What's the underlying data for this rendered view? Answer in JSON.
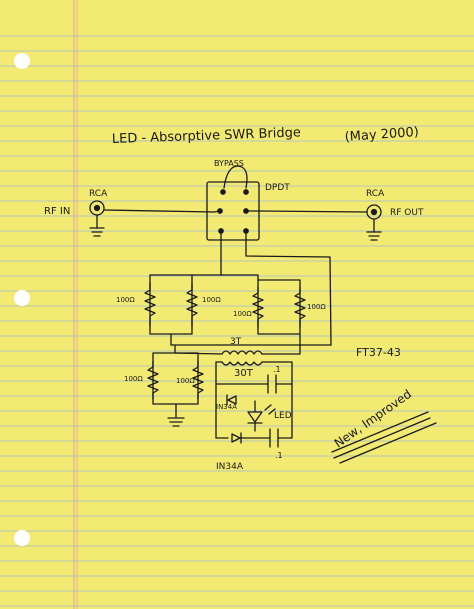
{
  "title": "LED - Absorptive SWR Bridge",
  "date": "(May 2000)",
  "labels": {
    "bypass": "BYPASS",
    "dpdt": "DPDT",
    "rca_in": "RCA",
    "rca_out": "RCA",
    "rf_in": "RF IN",
    "rf_out": "RF OUT",
    "r1": "100Ω",
    "r2": "100Ω",
    "r3": "100Ω",
    "r4": "100Ω",
    "r5": "100Ω",
    "r6": "100Ω",
    "turns_3": "3T",
    "turns_30": "30T",
    "core": "FT37-43",
    "diode_top": "IN34A",
    "diode_bottom": "IN34A",
    "led": "LED",
    "cap_top": ".1",
    "cap_bottom": ".1",
    "note": "New, Improved"
  },
  "colors": {
    "paper": "#f3ea73",
    "rule_lines": "#9fb8cf",
    "margin_line": "#e2a2a2",
    "ink": "#1a1a1a"
  }
}
